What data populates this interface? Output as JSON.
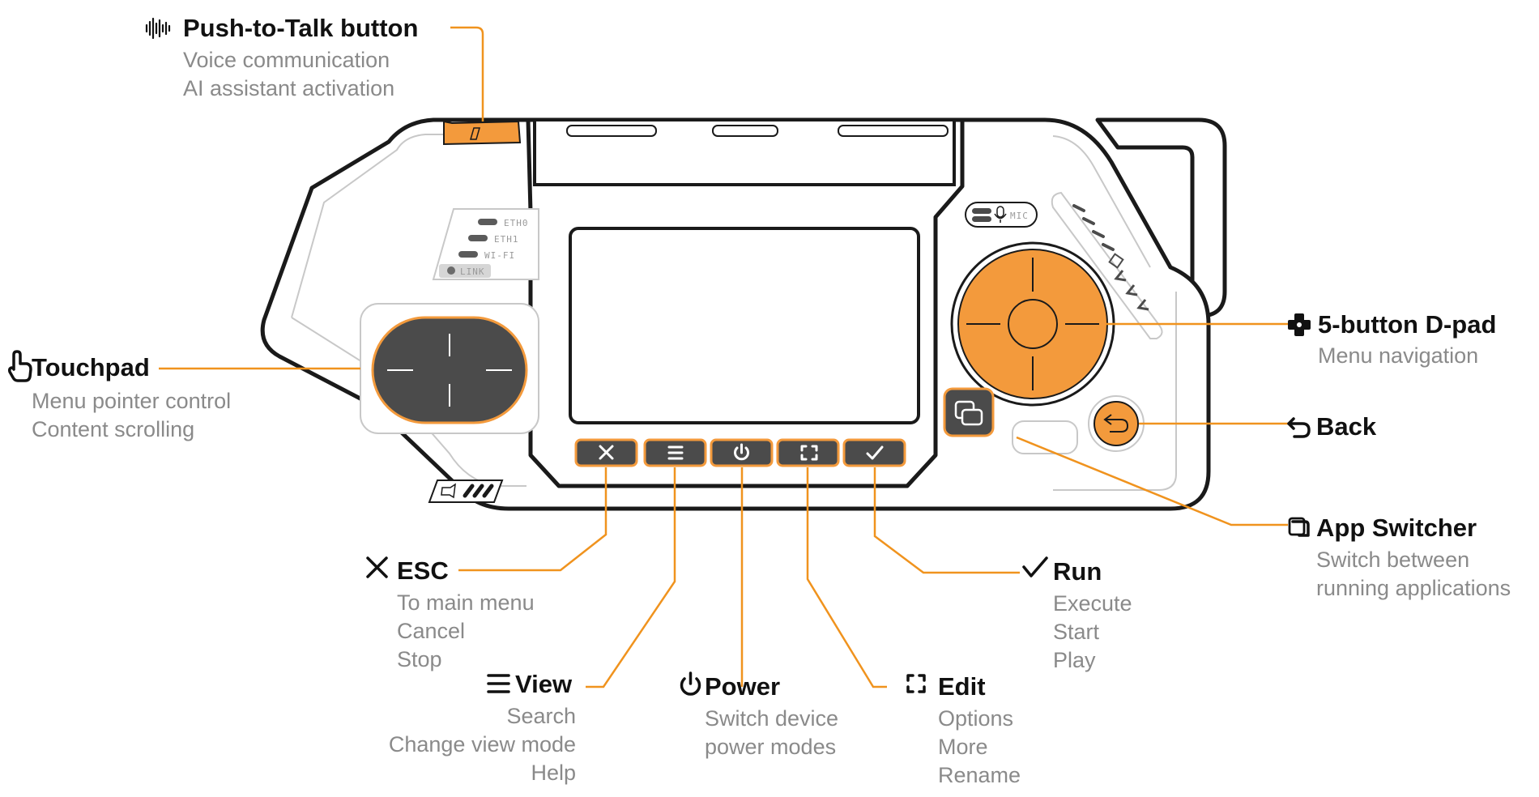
{
  "colors": {
    "accent": "#f39a3c",
    "leader": "#f0931e",
    "button_dark": "#4b4b4b",
    "title": "#111111",
    "subtitle": "#8a8a8a"
  },
  "device": {
    "leds": [
      "ETH0",
      "ETH1",
      "WI-FI",
      "LINK"
    ],
    "mic_label": "MIC"
  },
  "callouts": {
    "ptt": {
      "icon": "waveform-icon",
      "title": "Push-to-Talk button",
      "lines": [
        "Voice communication",
        "AI assistant activation"
      ]
    },
    "touchpad": {
      "icon": "touch-hand-icon",
      "title": "Touchpad",
      "lines": [
        "Menu pointer control",
        "Content scrolling"
      ]
    },
    "dpad": {
      "icon": "dpad-icon",
      "title": "5-button D-pad",
      "lines": [
        "Menu navigation"
      ]
    },
    "back": {
      "icon": "back-arrow-icon",
      "title": "Back",
      "lines": []
    },
    "app_switcher": {
      "icon": "app-switcher-icon",
      "title": "App Switcher",
      "lines": [
        "Switch between",
        "running applications"
      ]
    },
    "esc": {
      "icon": "close-icon",
      "title": "ESC",
      "lines": [
        "To main menu",
        "Cancel",
        "Stop"
      ]
    },
    "view": {
      "icon": "menu-icon",
      "title": "View",
      "lines": [
        "Search",
        "Change view mode",
        "Help"
      ]
    },
    "power": {
      "icon": "power-icon",
      "title": "Power",
      "lines": [
        "Switch device",
        "power modes"
      ]
    },
    "edit": {
      "icon": "edit-frame-icon",
      "title": "Edit",
      "lines": [
        "Options",
        "More",
        "Rename"
      ]
    },
    "run": {
      "icon": "checkmark-icon",
      "title": "Run",
      "lines": [
        "Execute",
        "Start",
        "Play"
      ]
    }
  }
}
